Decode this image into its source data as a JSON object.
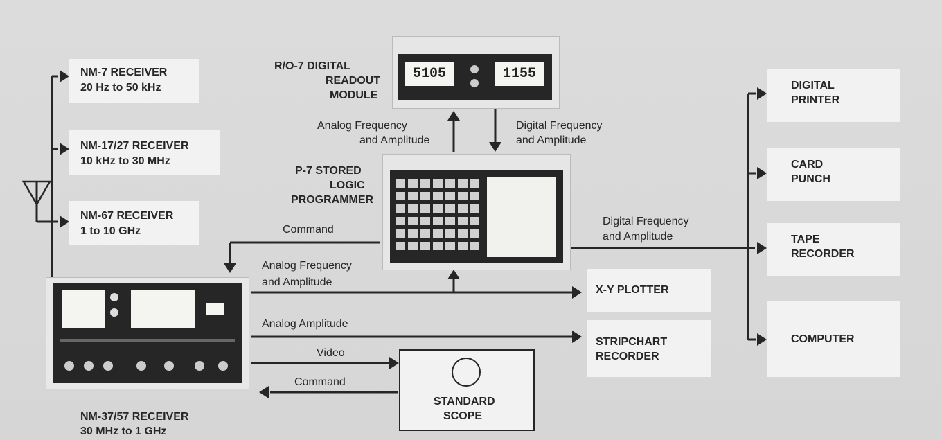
{
  "receivers": {
    "nm7": {
      "name": "NM-7 RECEIVER",
      "range": "20 Hz to 50 kHz"
    },
    "nm1727": {
      "name": "NM-17/27 RECEIVER",
      "range": "10 kHz to 30 MHz"
    },
    "nm67": {
      "name": "NM-67 RECEIVER",
      "range": "1 to 10 GHz"
    },
    "nm3757": {
      "name": "NM-37/57 RECEIVER",
      "range": "30 MHz to 1 GHz"
    }
  },
  "readout": {
    "line1": "R/O-7 DIGITAL",
    "line2": "READOUT",
    "line3": "MODULE",
    "display_left": "5105",
    "display_right": "1155"
  },
  "programmer": {
    "line1": "P-7 STORED",
    "line2": "LOGIC",
    "line3": "PROGRAMMER"
  },
  "signals": {
    "analog_freq_amp_up": {
      "line1": "Analog Frequency",
      "line2": "and Amplitude"
    },
    "digital_freq_amp_down": {
      "line1": "Digital Frequency",
      "line2": "and Amplitude"
    },
    "command_top": "Command",
    "analog_freq_amp_mid": {
      "line1": "Analog Frequency",
      "line2": "and Amplitude"
    },
    "digital_freq_amp_right": {
      "line1": "Digital Frequency",
      "line2": "and Amplitude"
    },
    "analog_amplitude": "Analog Amplitude",
    "video": "Video",
    "command_bottom": "Command"
  },
  "outputs": {
    "xy_plotter": "X-Y PLOTTER",
    "stripchart": {
      "line1": "STRIPCHART",
      "line2": "RECORDER"
    },
    "scope": {
      "line1": "STANDARD",
      "line2": "SCOPE"
    }
  },
  "recorders": {
    "digital_printer": {
      "line1": "DIGITAL",
      "line2": "PRINTER"
    },
    "card_punch": {
      "line1": "CARD",
      "line2": "PUNCH"
    },
    "tape_recorder": {
      "line1": "TAPE",
      "line2": "RECORDER"
    },
    "computer": "COMPUTER"
  }
}
